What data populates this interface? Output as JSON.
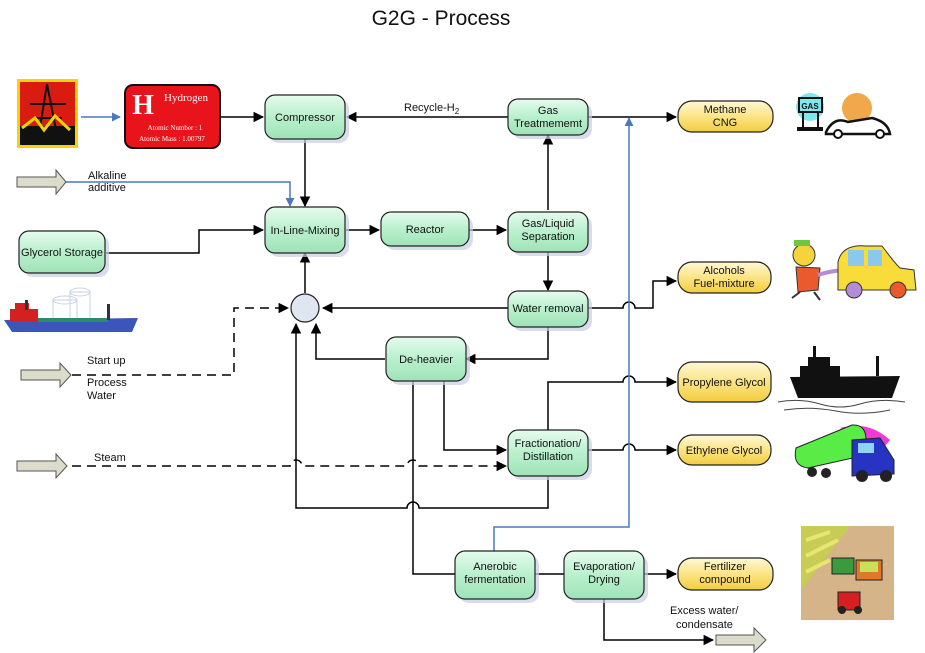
{
  "title": "G2G - Process",
  "nodes": {
    "compressor": "Compressor",
    "gas_treatment": [
      "Gas",
      "Treatmememt"
    ],
    "inline_mixing": "In-Line-Mixing",
    "reactor": "Reactor",
    "gas_liquid": [
      "Gas/Liquid",
      "Separation"
    ],
    "glycerol_storage": "Glycerol Storage",
    "water_removal": "Water removal",
    "deheavier": "De-heavier",
    "fractionation": [
      "Fractionation/",
      "Distillation"
    ],
    "anerobic": [
      "Anerobic",
      "fermentation"
    ],
    "evaporation": [
      "Evaporation/",
      "Drying"
    ]
  },
  "products": {
    "methane": [
      "Methane",
      "CNG"
    ],
    "alcohols": [
      "Alcohols",
      "Fuel-mixture"
    ],
    "propylene": "Propylene Glycol",
    "ethylene": "Ethylene Glycol",
    "fertilizer": [
      "Fertilizer",
      "compound"
    ]
  },
  "labels": {
    "recycle": "Recycle-H",
    "recycle_sub": "2",
    "alkaline": [
      "Alkaline",
      "additive"
    ],
    "startup": "Start up",
    "process_water": [
      "Process",
      "Water"
    ],
    "steam": "Steam",
    "excess": [
      "Excess water/",
      "condensate"
    ]
  },
  "hydrogen_card": {
    "symbol": "H",
    "name": "Hydrogen",
    "atomic_number": "Atomic Number : 1",
    "atomic_mass": "Atomic Mass : 1.00797"
  },
  "gas_sign": "GAS",
  "colors": {
    "process_fill": "#c8f5d8",
    "product_fill": "#fbe58a",
    "line": "#000000",
    "blue_line": "#4a78c4",
    "hydrogen_red": "#e8131b"
  }
}
